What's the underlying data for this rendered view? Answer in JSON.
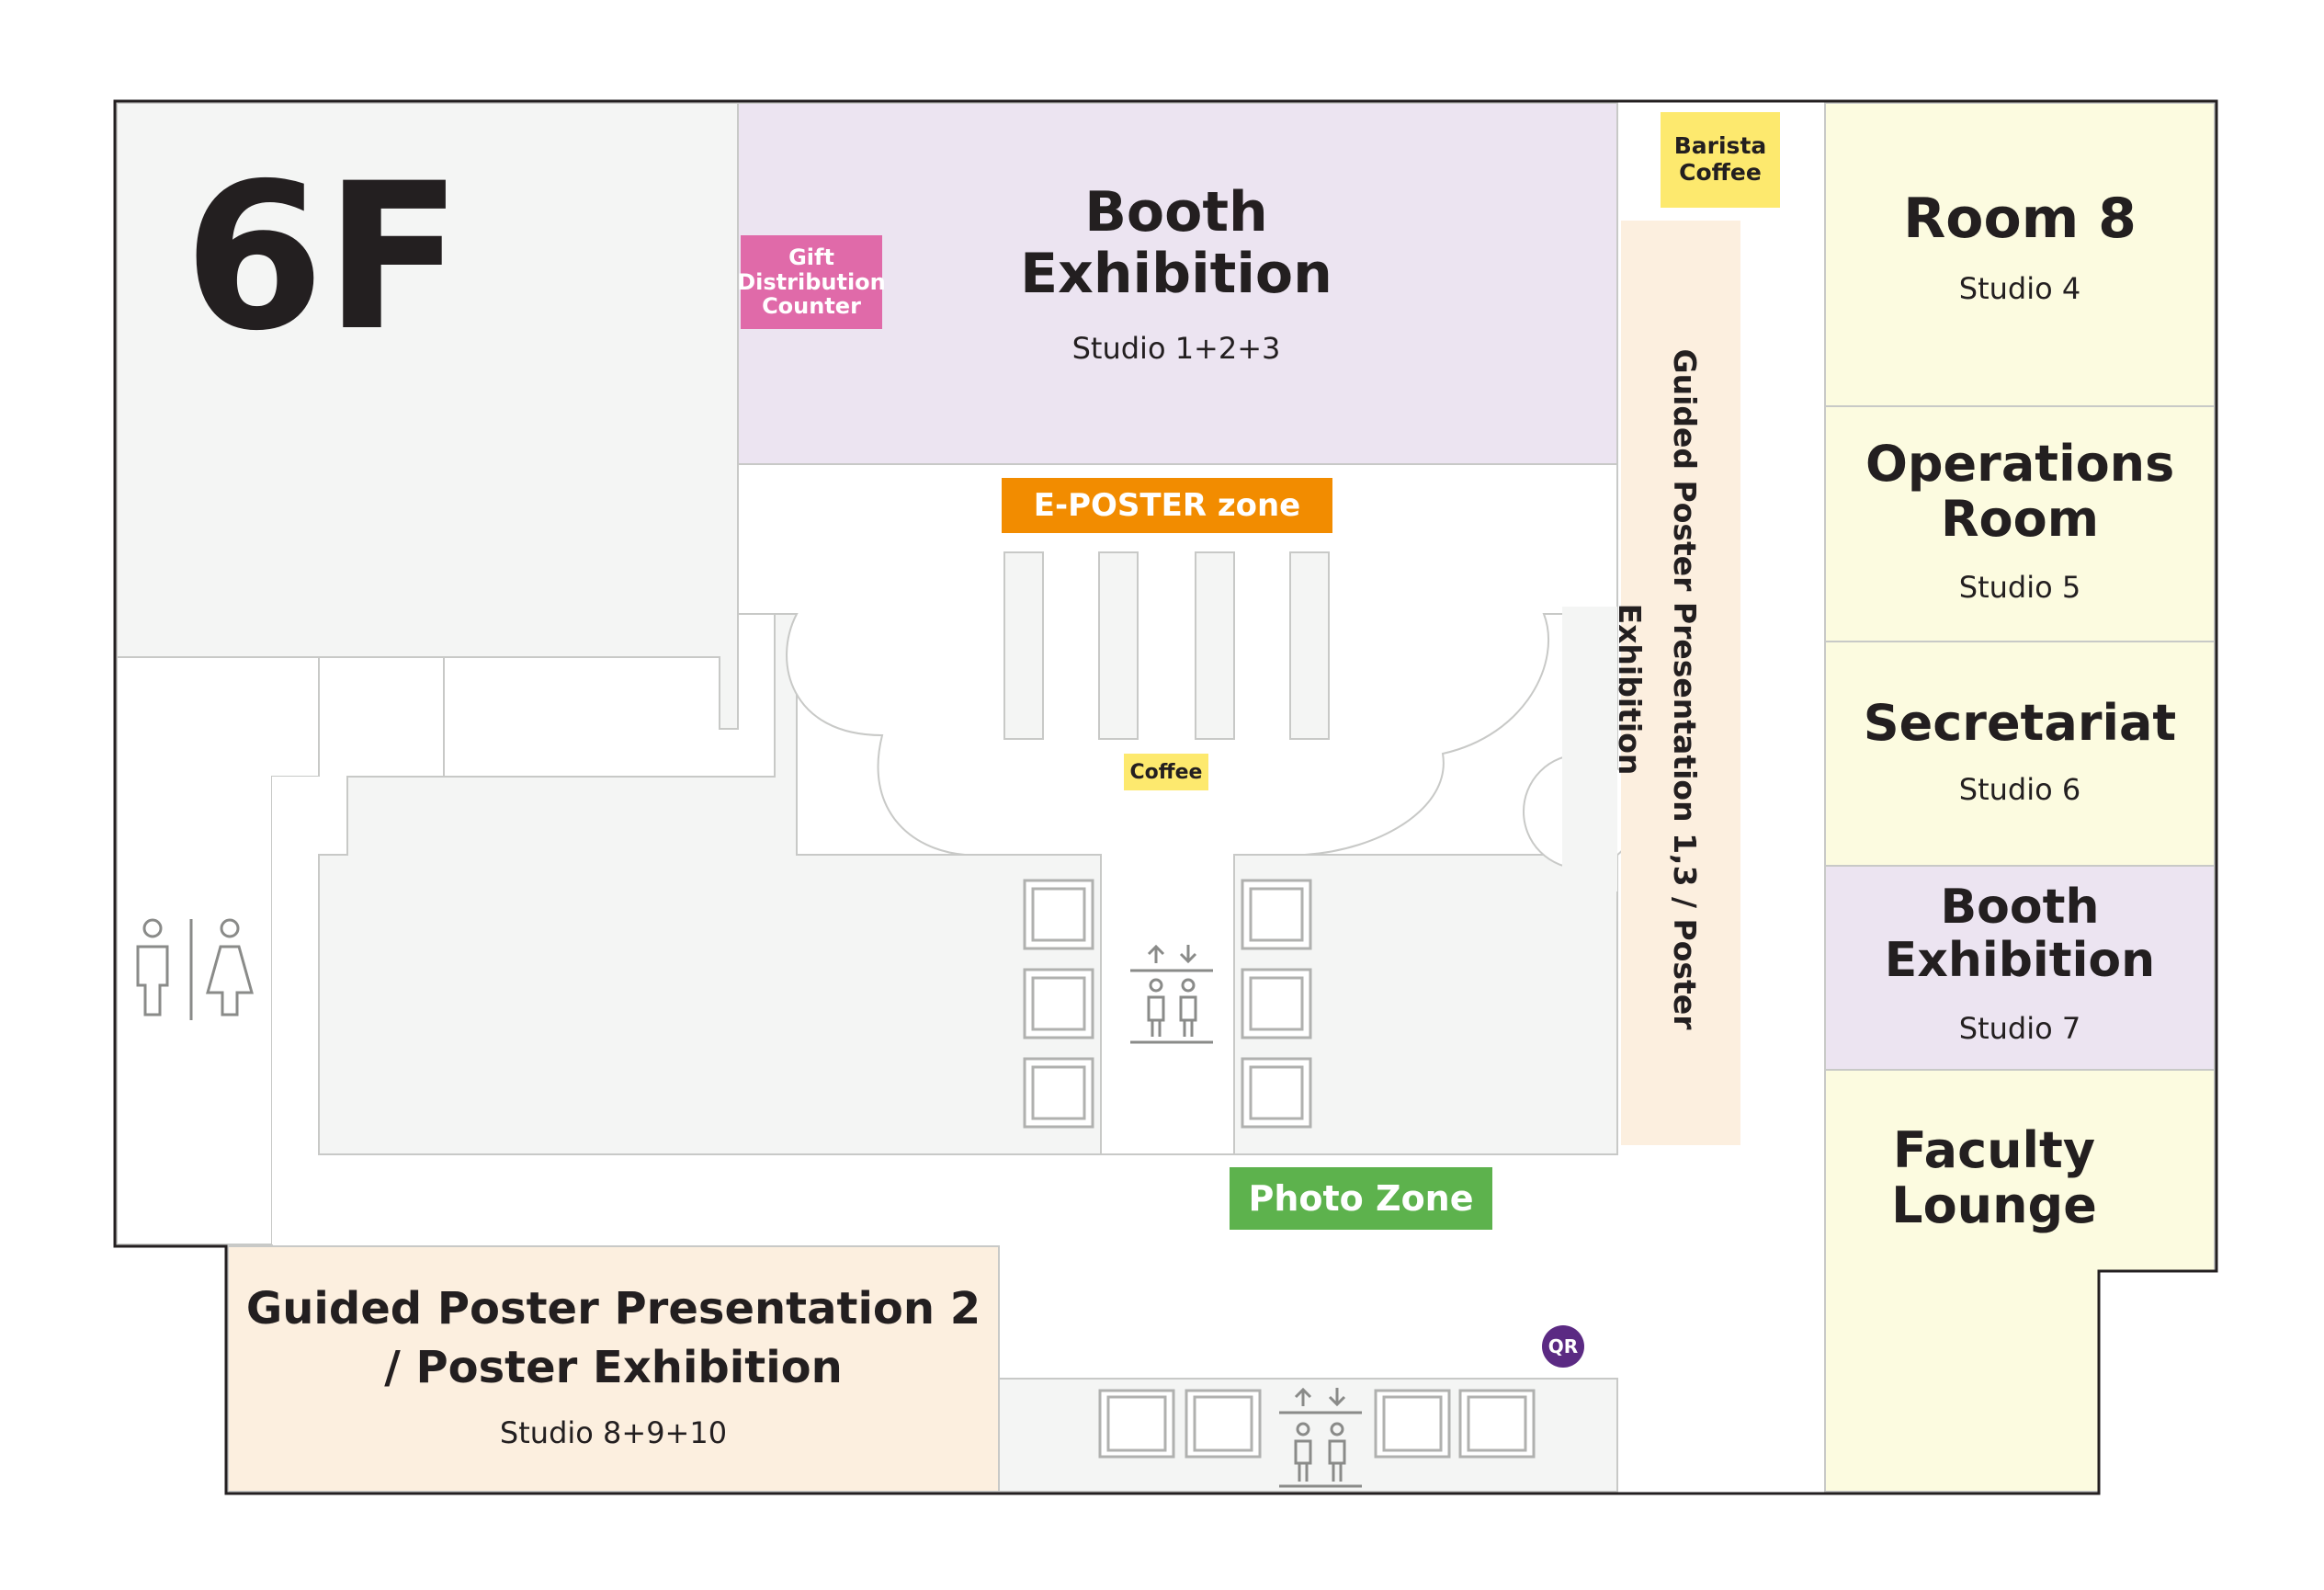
{
  "floor": "6F",
  "colors": {
    "booth": "#ece4f1",
    "room_yellow": "#fcfbe0",
    "poster": "#fcefdf",
    "gift": "#e06aa9",
    "barista": "#fde96e",
    "coffee": "#fde96e",
    "eposter": "#f28c00",
    "photo": "#5db24d",
    "qr": "#5b2a83",
    "corridor": "#f4f5f4",
    "outline": "#231f20"
  },
  "areas": {
    "booth_main": {
      "title": "Booth Exhibition",
      "sub": "Studio 1+2+3"
    },
    "room8": {
      "title": "Room 8",
      "sub": "Studio 4"
    },
    "operations": {
      "title": "Operations Room",
      "sub": "Studio 5"
    },
    "secretariat": {
      "title": "Secretariat",
      "sub": "Studio 6"
    },
    "booth7": {
      "title": "Booth Exhibition",
      "sub": "Studio 7"
    },
    "faculty": {
      "title": "Faculty Lounge"
    },
    "guided2": {
      "title_line1": "Guided Poster Presentation 2",
      "title_line2": "/ Poster Exhibition",
      "sub": "Studio 8+9+10"
    },
    "guided13": {
      "title": "Guided Poster Presentation 1,3 / Poster Exhibition"
    }
  },
  "tags": {
    "gift": "Gift Distribution Counter",
    "barista": "Barista Coffee",
    "eposter": "E-POSTER zone",
    "coffee": "Coffee",
    "photo": "Photo Zone",
    "qr": "QR"
  },
  "icons": [
    "restroom-icon",
    "elevator-icon",
    "qr-icon"
  ]
}
